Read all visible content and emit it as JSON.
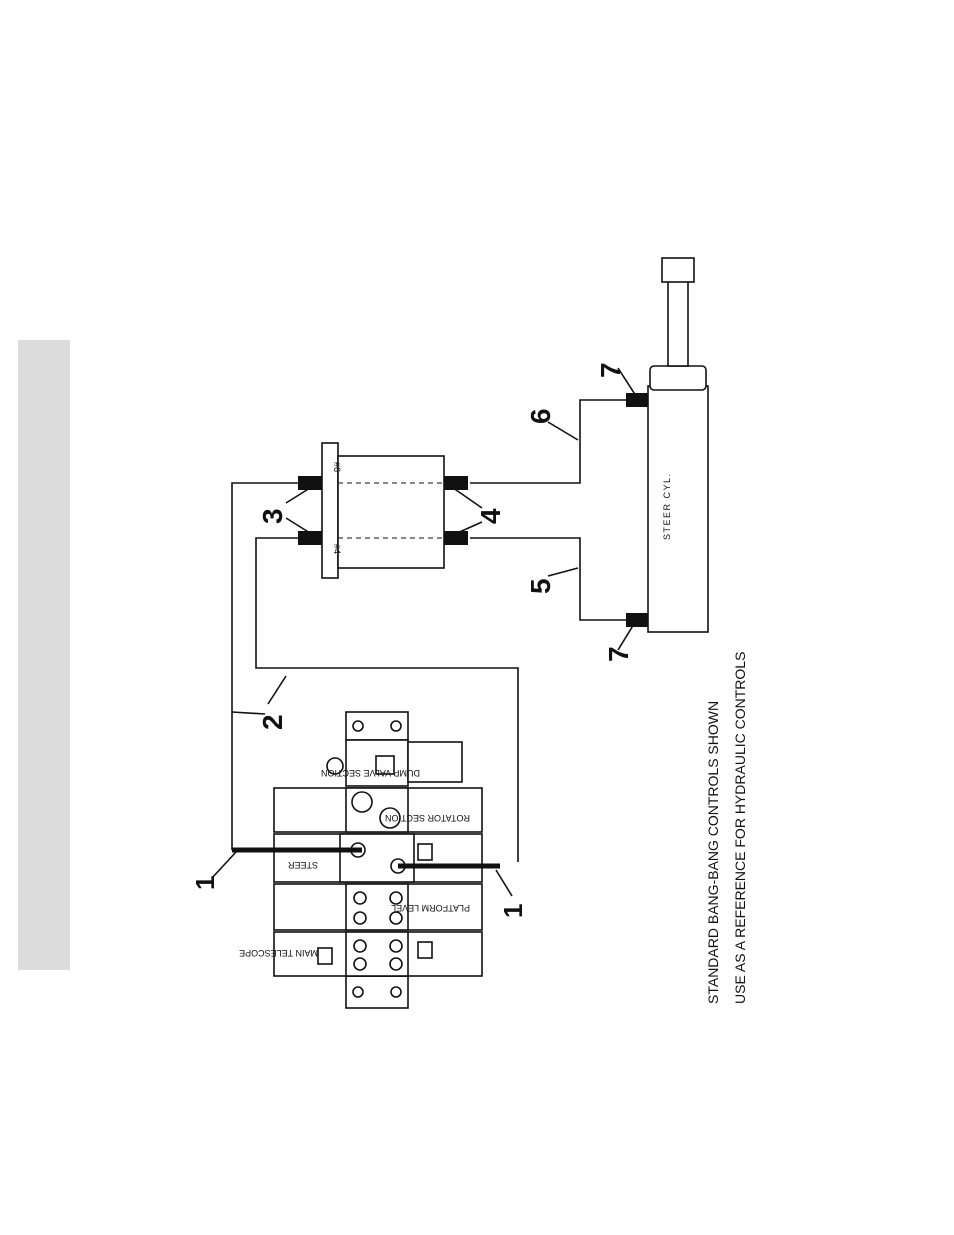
{
  "callouts": {
    "c1a": "1",
    "c1b": "1",
    "c2": "2",
    "c3": "3",
    "c4": "4",
    "c5": "5",
    "c6": "6",
    "c7a": "7",
    "c7b": "7"
  },
  "cylinder_label": "STEER CYL.",
  "port_labels": {
    "p4": "#4",
    "p6": "#6"
  },
  "valve_sections": {
    "dump": "DUMP VALVE SECTION",
    "rotator": "ROTATOR SECTION",
    "steer": "STEER",
    "platform": "PLATFORM LEVEL",
    "telescope": "MAIN TELESCOPE"
  },
  "caption": {
    "line1": "STANDARD BANG-BANG CONTROLS SHOWN",
    "line2": "USE AS A REFERENCE FOR HYDRAULIC CONTROLS"
  }
}
